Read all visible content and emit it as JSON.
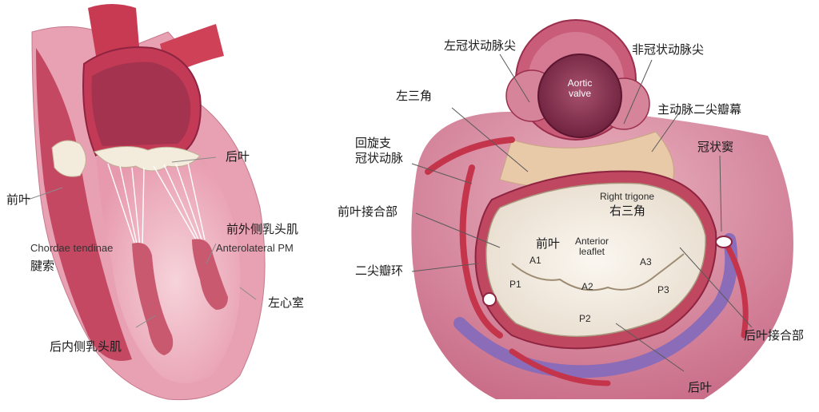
{
  "left_panel": {
    "labels": {
      "posterior_leaflet": "后叶",
      "anterior_leaflet": "前叶",
      "chordae_en": "Chordae tendinae",
      "chordae_cn": "腱索",
      "anterolateral_pm_cn": "前外侧乳头肌",
      "anterolateral_pm_en": "Anterolateral PM",
      "left_ventricle": "左心室",
      "posteromedial_pm": "后内侧乳头肌"
    }
  },
  "right_panel": {
    "labels": {
      "left_coronary_cusp": "左冠状动脉尖",
      "non_coronary_cusp": "非冠状动脉尖",
      "left_trigone": "左三角",
      "aortic_mitral_curtain": "主动脉二尖瓣幕",
      "circumflex_line1": "回旋支",
      "circumflex_line2": "冠状动脉",
      "coronary_sinus": "冠状窦",
      "anterior_commissure": "前叶接合部",
      "mitral_annulus": "二尖瓣环",
      "posterior_commissure": "后叶接合部",
      "posterior_leaflet": "后叶"
    },
    "inner": {
      "aortic_valve": "Aortic valve",
      "right_trigone_en": "Right trigone",
      "right_trigone_cn": "右三角",
      "anterior_leaflet_cn": "前叶",
      "anterior_leaflet_en": "Anterior leaflet",
      "a1": "A1",
      "a2": "A2",
      "a3": "A3",
      "p1": "P1",
      "p2": "P2",
      "p3": "P3"
    }
  },
  "colors": {
    "myocardium": "#e8a6b4",
    "myocardium_dark": "#c0405a",
    "vessel": "#c4354c",
    "valve_tissue": "#f2ead8",
    "coronary_sinus": "#8a6cb8"
  }
}
